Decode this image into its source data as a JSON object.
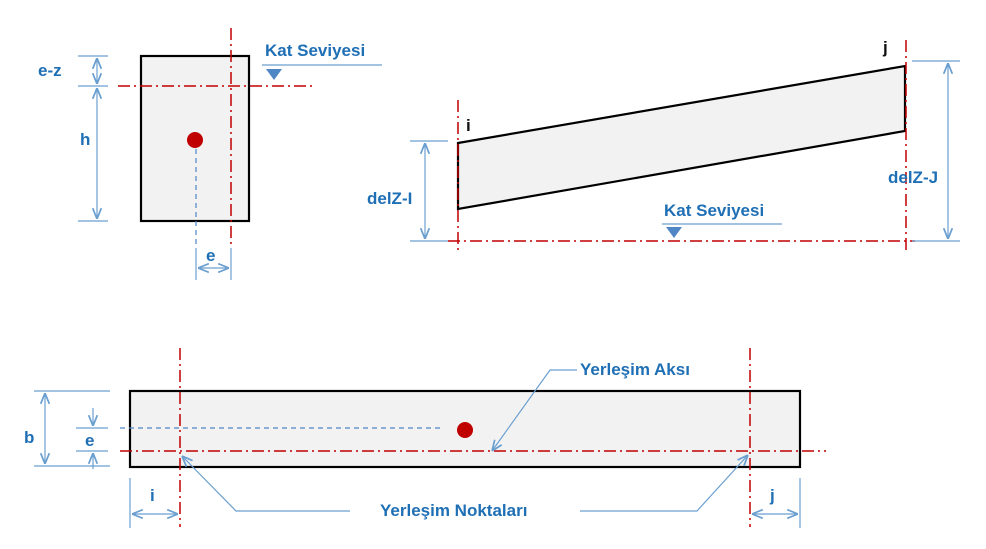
{
  "labels": {
    "kat_seviyesi": "Kat Seviyesi",
    "e_z": "e-z",
    "h": "h",
    "e": "e",
    "b": "b",
    "i": "i",
    "j": "j",
    "delz_i": "delZ-I",
    "delz_j": "delZ-J",
    "yerlesim_aksi": "Yerleşim Aksı",
    "yerlesim_noktalari": "Yerleşim Noktaları"
  },
  "colors": {
    "label_blue": "#1f6fb5",
    "dimension_blue": "#6a9fd0",
    "axis_red": "#c00000",
    "marker_red": "#c00000",
    "body_fill": "#f2f2f2",
    "outline": "#000000"
  }
}
